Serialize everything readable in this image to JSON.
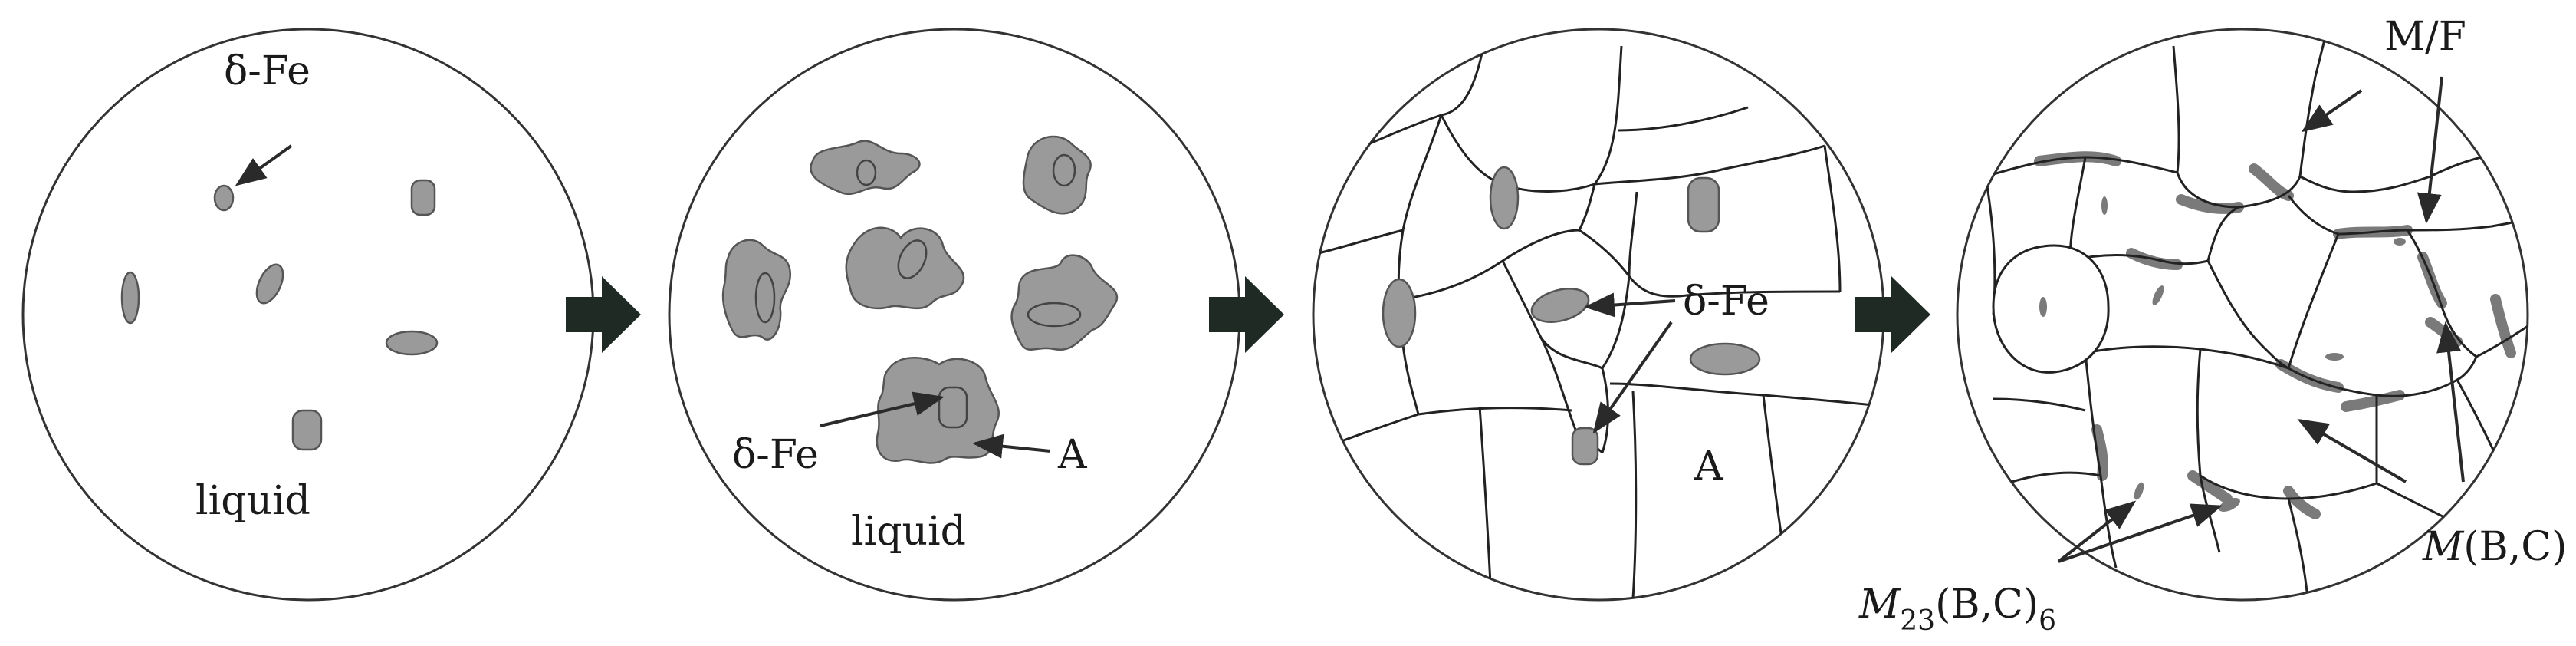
{
  "stages": [
    {
      "labels": {
        "delta_fe": "δ-Fe",
        "liquid": "liquid"
      }
    },
    {
      "labels": {
        "delta_fe": "δ-Fe",
        "austenite": "A",
        "liquid": "liquid"
      }
    },
    {
      "labels": {
        "delta_fe": "δ-Fe",
        "austenite": "A"
      }
    },
    {
      "labels": {
        "mf": "M/F",
        "mbc_m": "M",
        "mbc_rest": "(B,C)",
        "m23_m": "M",
        "m23_sub1": "23",
        "m23_mid": "(B,C)",
        "m23_sub2": "6"
      }
    }
  ],
  "colors": {
    "outline": "#333333",
    "phase_fill": "#9a9a9a",
    "carbide": "#7a7a7a",
    "arrow": "#2a2a2a",
    "process_arrow": "#1f2a24"
  },
  "icons": [
    "process-arrow-icon",
    "pointer-arrow-icon"
  ]
}
